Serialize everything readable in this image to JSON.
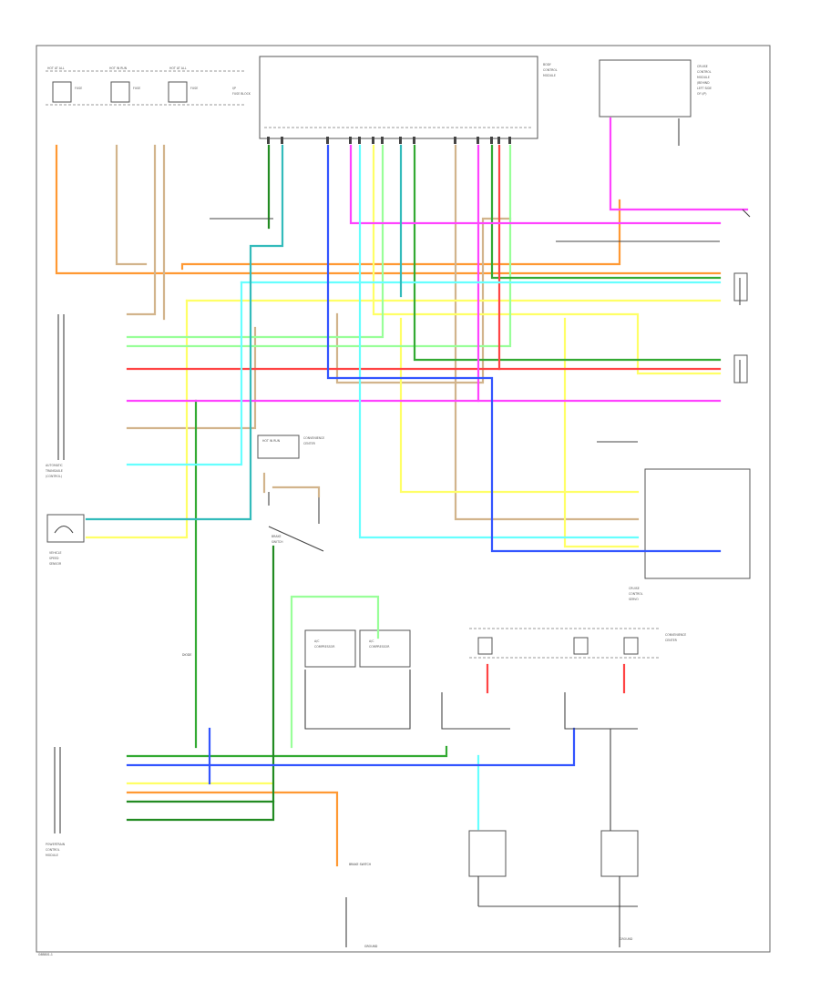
{
  "figure_id": "G6B801-1",
  "components": {
    "ground": "GROUND",
    "brake_switch": "BRAKE SWITCH",
    "diode": "DIODE"
  },
  "colors": {
    "orange": "#ff9933",
    "tan": "#d2b48c",
    "yellow": "#ffff66",
    "lightgreen": "#99ff99",
    "green": "#33aa33",
    "darkgreen": "#228b22",
    "red": "#ff4444",
    "pink": "#ff44ff",
    "cyan": "#66ffff",
    "teal": "#33bbbb",
    "blue": "#3355ff",
    "black": "#555555"
  }
}
